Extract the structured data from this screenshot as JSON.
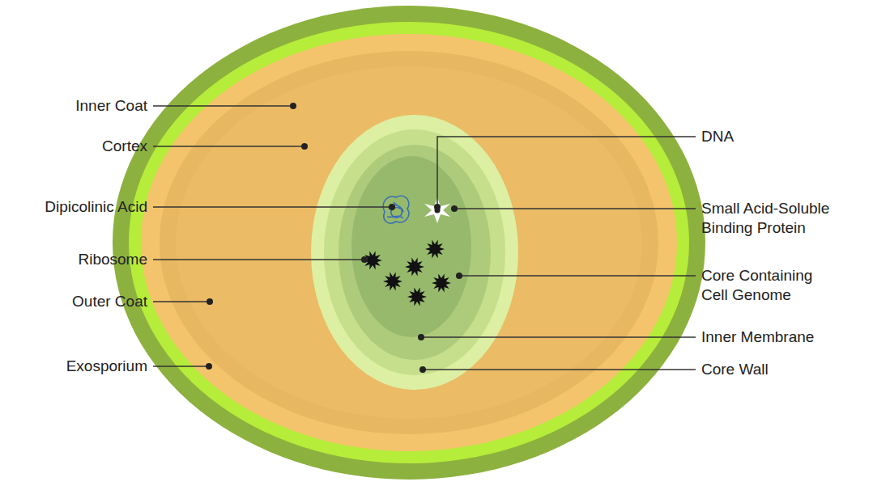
{
  "diagram": {
    "labels": [
      "Inner Coat",
      "Cortex",
      "Dipicolinic Acid",
      "Ribosome",
      "Outer Coat",
      "Exosporium",
      "DNA",
      "Small Acid-Soluble Binding Protein",
      "Core Containing Cell Genome",
      "Inner Membrane",
      "Core Wall"
    ]
  }
}
